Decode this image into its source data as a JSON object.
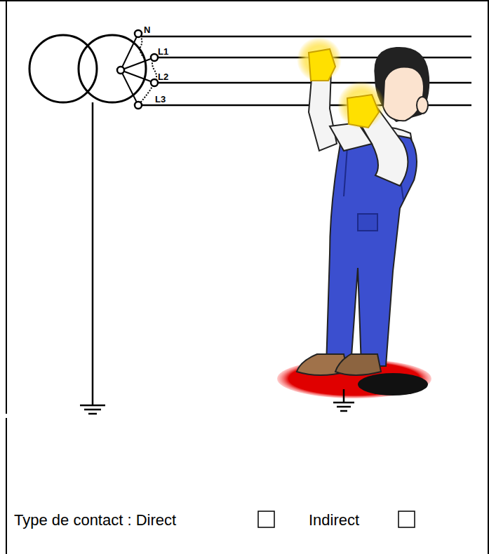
{
  "diagram": {
    "labels": [
      "N",
      "L1",
      "L2",
      "L3",
      "Type de contact : Direct",
      "Indirect"
    ]
  }
}
